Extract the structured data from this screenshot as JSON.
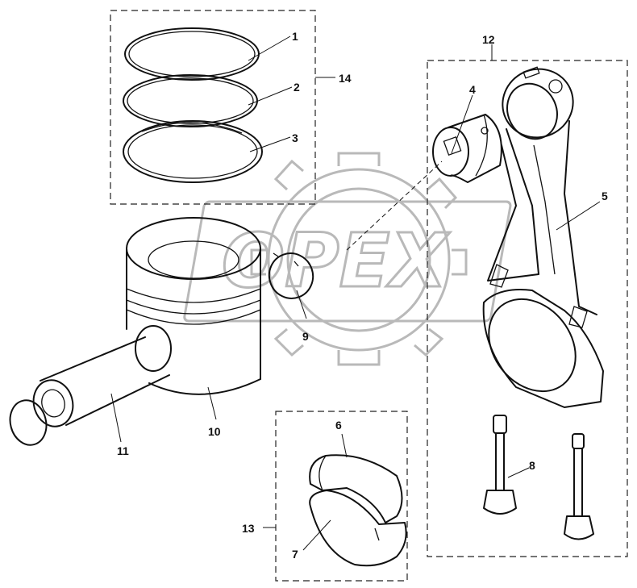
{
  "watermark": {
    "text": "OPEX",
    "color": "#b9b9b9"
  },
  "callouts": {
    "c1": "1",
    "c2": "2",
    "c3": "3",
    "c4": "4",
    "c5": "5",
    "c6": "6",
    "c7": "7",
    "c8": "8",
    "c9": "9",
    "c10": "10",
    "c11": "11",
    "c12": "12",
    "c13": "13",
    "c14": "14"
  },
  "groups": {
    "piston_rings": "14",
    "connecting_rod_assembly": "12",
    "bearing_shells": "13"
  },
  "line_color": "#111111"
}
